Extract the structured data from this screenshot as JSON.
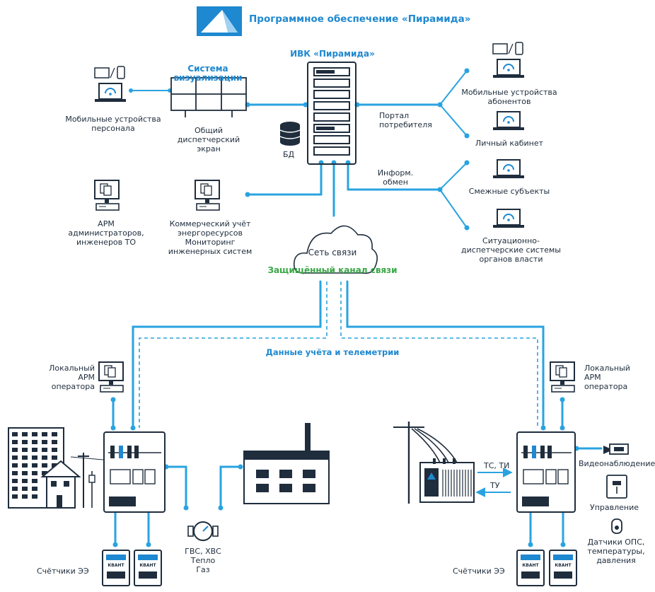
{
  "header": {
    "title": "Программное обеспечение «Пирамида»"
  },
  "labels": {
    "ivk": "ИВК «Пирамида»",
    "visualization_system": "Система визуализации",
    "mobile_staff": "Мобильные устройства\nперсонала",
    "common_screen": "Общий\nдиспетчерский\nэкран",
    "db": "БД",
    "consumer_portal": "Портал\nпотребителя",
    "mobile_subscribers": "Мобильные устройства\nабонентов",
    "personal_account": "Личный кабинет",
    "info_exchange": "Информ.\nобмен",
    "related_subjects": "Смежные субъекты",
    "situational_systems": "Ситуационно-\nдиспетчерские системы\nорганов власти",
    "arm_admins": "АРМ\nадминистраторов,\nинженеров ТО",
    "commercial_metering": "Коммерческий учёт\nэнергоресурсов\nМониторинг\nинженерных систем",
    "network": "Сеть связи",
    "secure_channel": "Защищённый канал связи",
    "telemetry_data": "Данные учёта и телеметрии",
    "local_arm_left": "Локальный\nАРМ\nоператора",
    "local_arm_right": "Локальный\nАРМ\nоператора",
    "meters_left": "Счётчики ЭЭ",
    "meters_right": "Счётчики ЭЭ",
    "utilities": "ГВС, ХВС\nТепло\nГаз",
    "ts_ti": "ТС, ТИ",
    "tu": "ТУ",
    "video": "Видеонаблюдение",
    "control": "Управление",
    "sensors": "Датчики ОПС,\nтемпературы,\nдавления"
  },
  "meter_brand": "КВАНТ",
  "colors": {
    "accent": "#1e88d0",
    "line": "#29a3e0",
    "dark": "#1f2d3d",
    "green": "#39a845"
  }
}
